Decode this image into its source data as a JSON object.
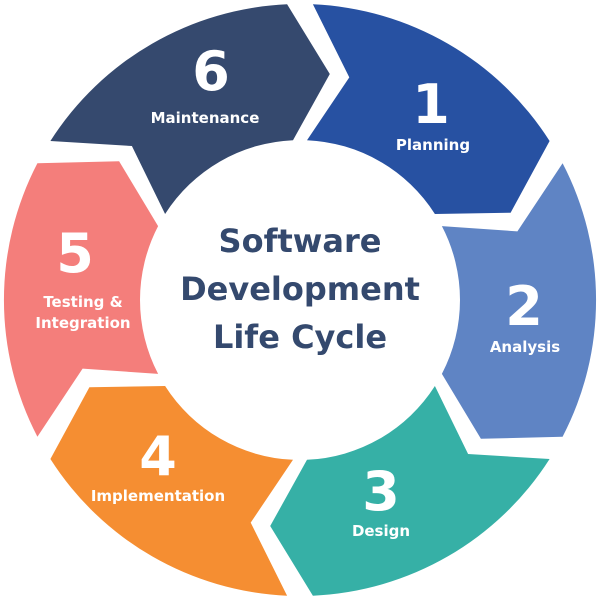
{
  "title_lines": [
    "Software",
    "Development",
    "Life Cycle"
  ],
  "stages": [
    {
      "number": "1",
      "label_lines": [
        "Planning"
      ],
      "color": "#2751a2"
    },
    {
      "number": "2",
      "label_lines": [
        "Analysis"
      ],
      "color": "#5f84c4"
    },
    {
      "number": "3",
      "label_lines": [
        "Design"
      ],
      "color": "#36b0a6"
    },
    {
      "number": "4",
      "label_lines": [
        "Implementation"
      ],
      "color": "#f58e32"
    },
    {
      "number": "5",
      "label_lines": [
        "Testing &",
        "Integration"
      ],
      "color": "#f47e7b"
    },
    {
      "number": "6",
      "label_lines": [
        "Maintenance"
      ],
      "color": "#35496e"
    }
  ],
  "colors": {
    "title": "#34496e",
    "background": "#ffffff"
  }
}
